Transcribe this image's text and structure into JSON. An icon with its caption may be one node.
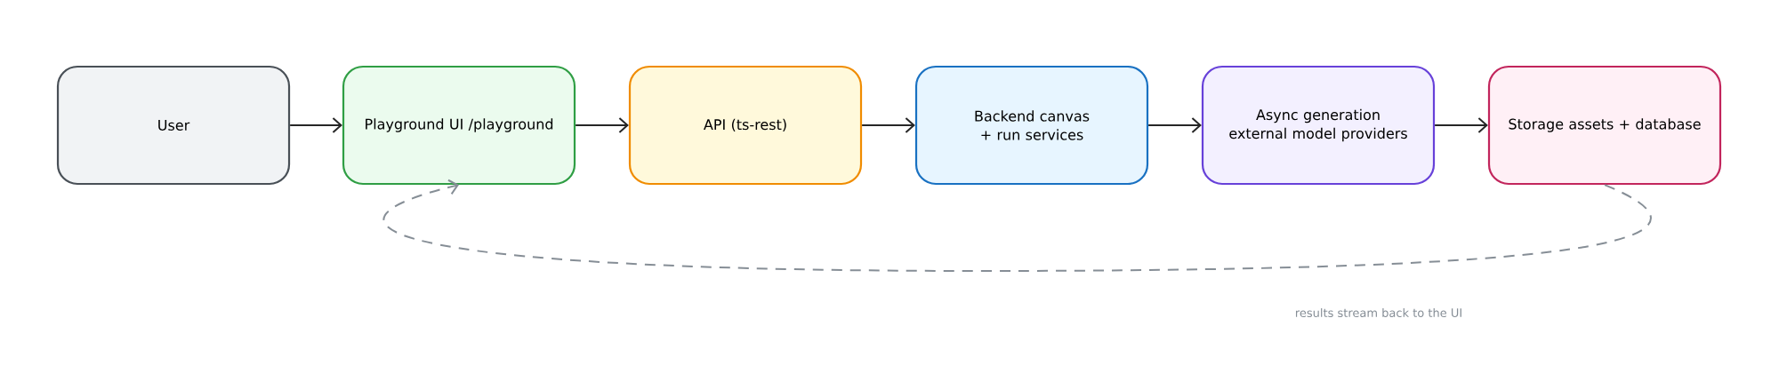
{
  "diagram": {
    "nodes": [
      {
        "text": [
          "User"
        ]
      },
      {
        "text": [
          "Playground UI /playground"
        ]
      },
      {
        "text": [
          "API (ts-rest)"
        ]
      },
      {
        "text": [
          "Backend canvas + run services"
        ]
      },
      {
        "text": [
          "Async generation external model providers"
        ]
      },
      {
        "text": [
          "Storage assets + database"
        ]
      }
    ],
    "edges": [
      {
        "from": 0,
        "to": 1,
        "arrow": "to"
      },
      {
        "from": 1,
        "to": 2,
        "arrow": "to"
      },
      {
        "from": 2,
        "to": 3,
        "arrow": "to"
      },
      {
        "from": 3,
        "to": 4,
        "arrow": "to"
      },
      {
        "from": 4,
        "to": 5,
        "arrow": "to"
      },
      {
        "from": 5,
        "to": 1,
        "arrow": "to",
        "label": "results stream back to the UI",
        "style": "dashed",
        "color": "#868e96"
      }
    ]
  }
}
